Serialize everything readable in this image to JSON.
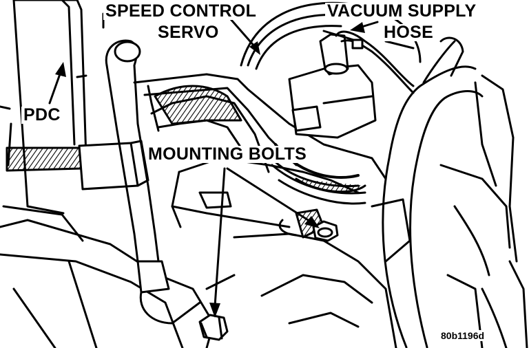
{
  "labels": {
    "speed_control_servo_line1": "SPEED CONTROL",
    "speed_control_servo_line2": "SERVO",
    "vacuum_supply_hose_line1": "VACUUM SUPPLY",
    "vacuum_supply_hose_line2": "HOSE",
    "pdc": "PDC",
    "mounting_bolts": "MOUNTING BOLTS"
  },
  "figure_code": "80b1196d",
  "colors": {
    "ink": "#000000",
    "paper": "#ffffff",
    "hatch": "#000000"
  }
}
